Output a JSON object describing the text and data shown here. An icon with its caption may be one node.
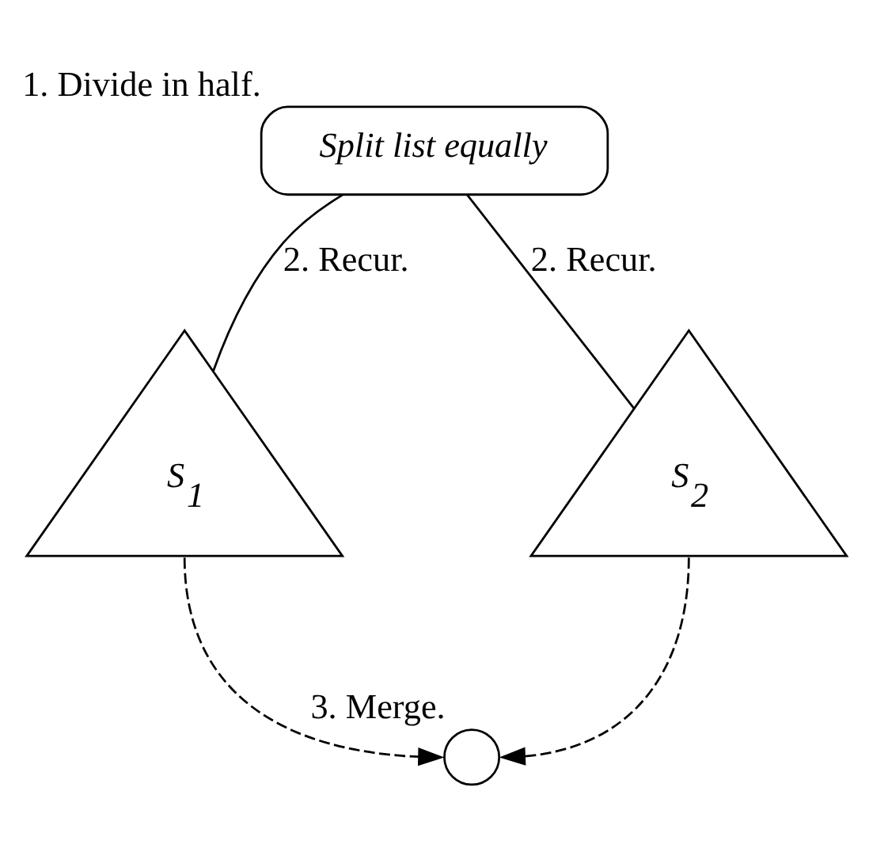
{
  "diagram": {
    "nodes": [
      {
        "text": [
          "Split list equally"
        ],
        "beside": [
          "1. Divide in half."
        ]
      },
      {
        "text": [
          "S$_{1}$"
        ]
      },
      {
        "text": [
          "S$_{2}$"
        ]
      },
      {
        "text": [],
        "shape": "circle",
        "beside": [
          "3. Merge."
        ]
      }
    ],
    "edges": [
      {
        "from": 0,
        "to": 1,
        "arrow": "none",
        "label": "2. Recur."
      },
      {
        "from": 0,
        "to": 2,
        "arrow": "none",
        "label": "2. Recur."
      },
      {
        "from": 1,
        "to": 3,
        "arrow": "to",
        "style": "dashed"
      },
      {
        "from": 2,
        "to": 3,
        "arrow": "to",
        "style": "dashed"
      }
    ]
  }
}
